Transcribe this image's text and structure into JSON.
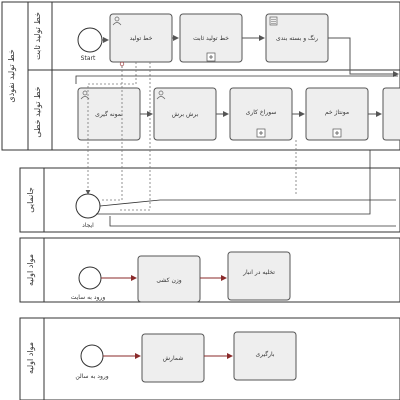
{
  "pool1": {
    "title": "خط تولید نفوذی",
    "lane1": {
      "label": "خط تولید ثابت",
      "start_event": "Start",
      "tasks": [
        "خط تولید",
        "خط تولید ثابت",
        "رنگ و بسته بندی"
      ]
    },
    "lane2": {
      "label": "خط تولید خطی",
      "tasks": [
        "نمونه گیری",
        "برش برش",
        "سوراخ کاری",
        "مونتاژ خم"
      ]
    }
  },
  "pool2": {
    "label": "جانمایی",
    "event": "ایجاد"
  },
  "pool3": {
    "label": "مواد اولیه",
    "start_event": "ورود به سایت",
    "tasks": [
      "وزن کشی",
      "تخلیه در انبار"
    ]
  },
  "pool4": {
    "label": "مواد اولیه",
    "start_event": "ورود به سالن",
    "tasks": [
      "شمارش",
      "بارگیری"
    ]
  }
}
